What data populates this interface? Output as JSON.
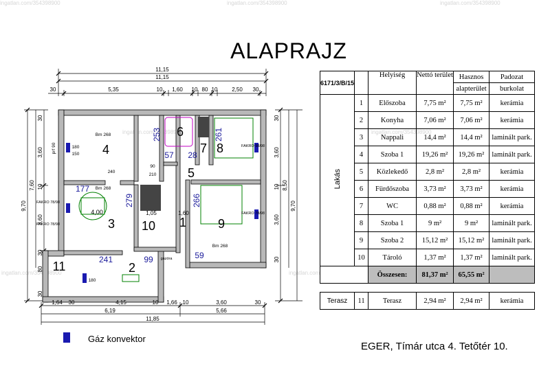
{
  "title": "ALAPRAJZ",
  "legend": {
    "label": "Gáz konvektor",
    "color": "#1a1ab0"
  },
  "address": "EGER, Tímár utca 4. Tetőtér 10.",
  "watermark": "ingatlan.com/354398900",
  "plan": {
    "dims_top": [
      "11,15",
      "11,15",
      "30",
      "5,35",
      "10",
      "1,60",
      "10",
      "80",
      "10",
      "2,50",
      "30"
    ],
    "dims_bottom": [
      "1,64",
      "30",
      "4,15",
      "10",
      "1,66",
      "10",
      "3,60",
      "30",
      "6,19",
      "5,66",
      "11,85"
    ],
    "dims_left": [
      "30",
      "3,60",
      "10",
      "3,60",
      "30",
      "80",
      "30",
      "7,60",
      "9,70"
    ],
    "dims_right": [
      "30",
      "3,60",
      "10",
      "3,60",
      "30",
      "8,50",
      "9,70"
    ],
    "rooms": [
      {
        "num": "1",
        "area": "279"
      },
      {
        "num": "2",
        "area": "99"
      },
      {
        "num": "3",
        "area": "177"
      },
      {
        "num": "4",
        "area": ""
      },
      {
        "num": "5",
        "area": "28"
      },
      {
        "num": "6",
        "area": "253"
      },
      {
        "num": "7",
        "area": "57"
      },
      {
        "num": "8",
        "area": "261"
      },
      {
        "num": "9",
        "area": "266"
      },
      {
        "num": "10",
        "area": "59"
      },
      {
        "num": "11",
        "area": "241"
      }
    ],
    "labels": [
      "Bm 268",
      "Bm 268",
      "Bm 268",
      "4,00",
      "1,05",
      "1,60",
      "180",
      "150",
      "90",
      "210",
      "240",
      "FAKRO 78/98",
      "FAKRO 78/98",
      "FAKRO 78/98",
      "FAKRO 98/98",
      "prf 90",
      "180",
      "gázóra"
    ]
  },
  "table": {
    "id": "6171/3/B/15",
    "headers": {
      "room": "Helyiség",
      "net": "Nettó terület",
      "useful": "Hasznos",
      "useful2": "alapterület",
      "floor": "Padozat",
      "floor2": "burkolat"
    },
    "group_label": "Lakás",
    "rows": [
      {
        "n": "1",
        "name": "Előszoba",
        "net": "7,75 m²",
        "useful": "7,75 m²",
        "floor": "kerámia"
      },
      {
        "n": "2",
        "name": "Konyha",
        "net": "7,06 m²",
        "useful": "7,06 m²",
        "floor": "kerámia"
      },
      {
        "n": "3",
        "name": "Nappali",
        "net": "14,4 m²",
        "useful": "14,4 m²",
        "floor": "laminált park."
      },
      {
        "n": "4",
        "name": "Szoba 1",
        "net": "19,26 m²",
        "useful": "19,26 m²",
        "floor": "laminált park."
      },
      {
        "n": "5",
        "name": "Közlekedő",
        "net": "2,8 m²",
        "useful": "2,8 m²",
        "floor": "kerámia"
      },
      {
        "n": "6",
        "name": "Fürdőszoba",
        "net": "3,73 m²",
        "useful": "3,73 m²",
        "floor": "kerámia"
      },
      {
        "n": "7",
        "name": "WC",
        "net": "0,88 m²",
        "useful": "0,88 m²",
        "floor": "kerámia"
      },
      {
        "n": "8",
        "name": "Szoba 1",
        "net": "9 m²",
        "useful": "9 m²",
        "floor": "laminált park."
      },
      {
        "n": "9",
        "name": "Szoba 2",
        "net": "15,12 m²",
        "useful": "15,12 m²",
        "floor": "laminált park."
      },
      {
        "n": "10",
        "name": "Tároló",
        "net": "1,37 m²",
        "useful": "1,37 m²",
        "floor": "laminált park."
      }
    ],
    "total": {
      "label": "Összesen:",
      "net": "81,37 m²",
      "useful": "65,55 m²"
    },
    "terrace": {
      "group": "Terasz",
      "n": "11",
      "name": "Terasz",
      "net": "2,94 m²",
      "useful": "2,94 m²",
      "floor": "kerámia"
    }
  }
}
